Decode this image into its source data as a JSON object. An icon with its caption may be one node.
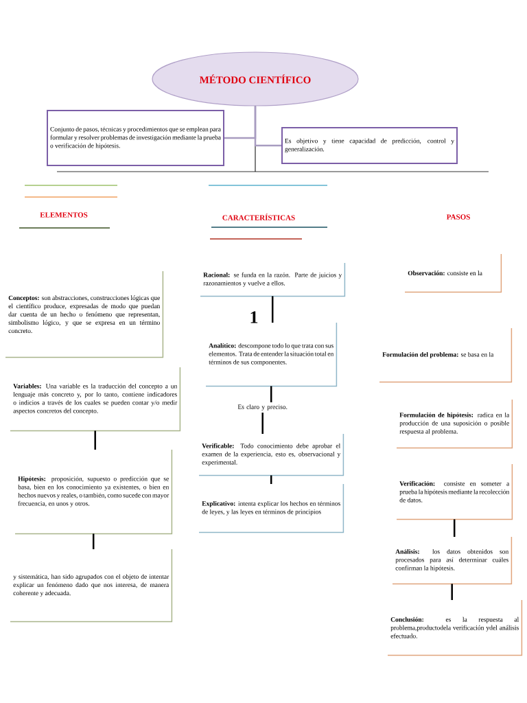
{
  "diagram": {
    "nodes": [
      {
        "text": [
          "MÉTODO CIENTÍFICO"
        ]
      },
      {
        "text": [
          "Conjunto de pasos, técnicas y procedimientos que se emplean para formular y resolver problemas de investigación mediante la prueba o verificación de hipótesis."
        ]
      },
      {
        "text": [
          "Es objetivo y tiene capacidad de predicción, control y generalización."
        ]
      },
      {
        "text": [
          "**Conceptos:** son abstracciones, construcciones lógicas que el científico produce, expresadas de modo que puedan dar cuenta de un hecho o fenómeno que representan, simbolismo lógico, y que se expresa en un término concreto."
        ]
      },
      {
        "text": [
          "**Variables:** Una variable es la traducción del concepto a un lenguaje más concreto y, por lo tanto, contiene indicadores o indicios a través de los cuales se pueden contar y/o medir aspectos concretos del concepto."
        ]
      },
      {
        "text": [
          "**Hipótesis:** proposición, supuesto o predicción que se basa, bien en los conocimiento ya existentes, o bien en hechos nuevos y reales, o también, como sucede con mayor frecuencia, en unos y otros."
        ]
      },
      {
        "text": [
          "y sistemática, han sido agrupados con el objeto de intentar explicar un fenómeno dado que nos interesa, de manera coherente y adecuada."
        ]
      },
      {
        "text": [
          "**Racional:** se funda en la razón. Parte de juicios y razonamientos y vuelve a ellos."
        ]
      },
      {
        "text": [
          "**Analítico:** descompone todo lo que trata con sus elementos. Trata de entender la situación total en términos de sus componentes."
        ]
      },
      {
        "text": [
          "Es claro y preciso."
        ]
      },
      {
        "text": [
          "**Verificable:** Todo conocimiento debe aprobar el examen de la experiencia, esto es, observacional y experimental."
        ]
      },
      {
        "text": [
          "**Explicativo:** intenta explicar los hechos en términos de leyes, y las leyes en términos de principios"
        ]
      },
      {
        "text": [
          "**Observación:** consiste en la"
        ]
      },
      {
        "text": [
          "**Formulación del problema:** se basa en la"
        ]
      },
      {
        "text": [
          "**Formulación de hipótesis:** radica en la producción de una suposición o posible respuesta al problema."
        ]
      },
      {
        "text": [
          "**Verificación:** consiste en someter a prueba la hipótesis mediante la recolección de datos."
        ]
      },
      {
        "text": [
          "**Análisis:** los datos obtenidos son procesados para así determinar cuáles confirman la hipótesis."
        ]
      },
      {
        "text": [
          "**Conclusión:** es la respuesta al problema,productodela verificación ydel análisis efectuado."
        ]
      }
    ],
    "edges": [
      {
        "from": 0,
        "to": 1,
        "arrow": "none",
        "color": "#a89cc0"
      },
      {
        "from": 0,
        "to": 2,
        "arrow": "none",
        "color": "#a89cc0"
      },
      {
        "from": 7,
        "to": 8,
        "arrow": "none"
      },
      {
        "from": 8,
        "to": 9,
        "arrow": "none"
      },
      {
        "from": 9,
        "to": 10,
        "arrow": "none"
      },
      {
        "from": 10,
        "to": 11,
        "arrow": "none"
      },
      {
        "from": 4,
        "to": 5,
        "arrow": "none"
      },
      {
        "from": 5,
        "to": 6,
        "arrow": "none"
      },
      {
        "from": 15,
        "to": 16,
        "arrow": "none"
      },
      {
        "from": 16,
        "to": 17,
        "arrow": "none"
      }
    ],
    "labels": [
      "ELEMENTOS",
      "CARACTERÍSTICAS",
      "PASOS",
      "1"
    ]
  }
}
